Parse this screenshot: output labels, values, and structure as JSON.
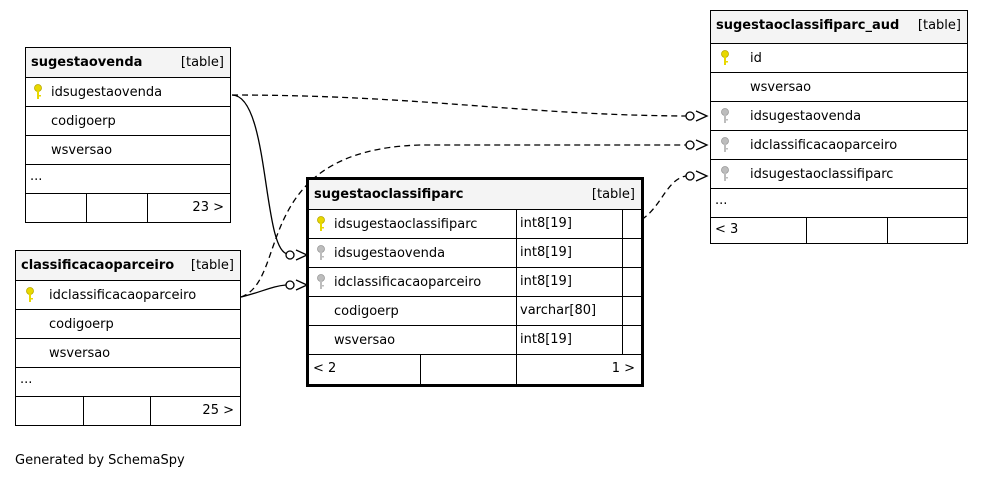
{
  "diagram": {
    "credit": "Generated by SchemaSpy",
    "tables": {
      "sugestaovenda": {
        "name": "sugestaovenda",
        "kind": "[table]",
        "columns": [
          "idsugestaovenda",
          "codigoerp",
          "wsversao"
        ],
        "more": "...",
        "children": "23 >"
      },
      "classificacaoparceiro": {
        "name": "classificacaoparceiro",
        "kind": "[table]",
        "columns": [
          "idclassificacaoparceiro",
          "codigoerp",
          "wsversao"
        ],
        "more": "...",
        "children": "25 >"
      },
      "sugestaoclassifiparc": {
        "name": "sugestaoclassifiparc",
        "kind": "[table]",
        "columns": [
          {
            "name": "idsugestaoclassifiparc",
            "type": "int8[19]"
          },
          {
            "name": "idsugestaovenda",
            "type": "int8[19]"
          },
          {
            "name": "idclassificacaoparceiro",
            "type": "int8[19]"
          },
          {
            "name": "codigoerp",
            "type": "varchar[80]"
          },
          {
            "name": "wsversao",
            "type": "int8[19]"
          }
        ],
        "parents": "< 2",
        "children": "1 >"
      },
      "sugestaoclassifiparc_aud": {
        "name": "sugestaoclassifiparc_aud",
        "kind": "[table]",
        "columns": [
          "id",
          "wsversao",
          "idsugestaovenda",
          "idclassificacaoparceiro",
          "idsugestaoclassifiparc"
        ],
        "more": "...",
        "parents": "< 3"
      }
    },
    "colors": {
      "primary_key": "#e8d800",
      "foreign_key": "#bdbdbd",
      "header_bg": "#f4f4f4"
    }
  }
}
